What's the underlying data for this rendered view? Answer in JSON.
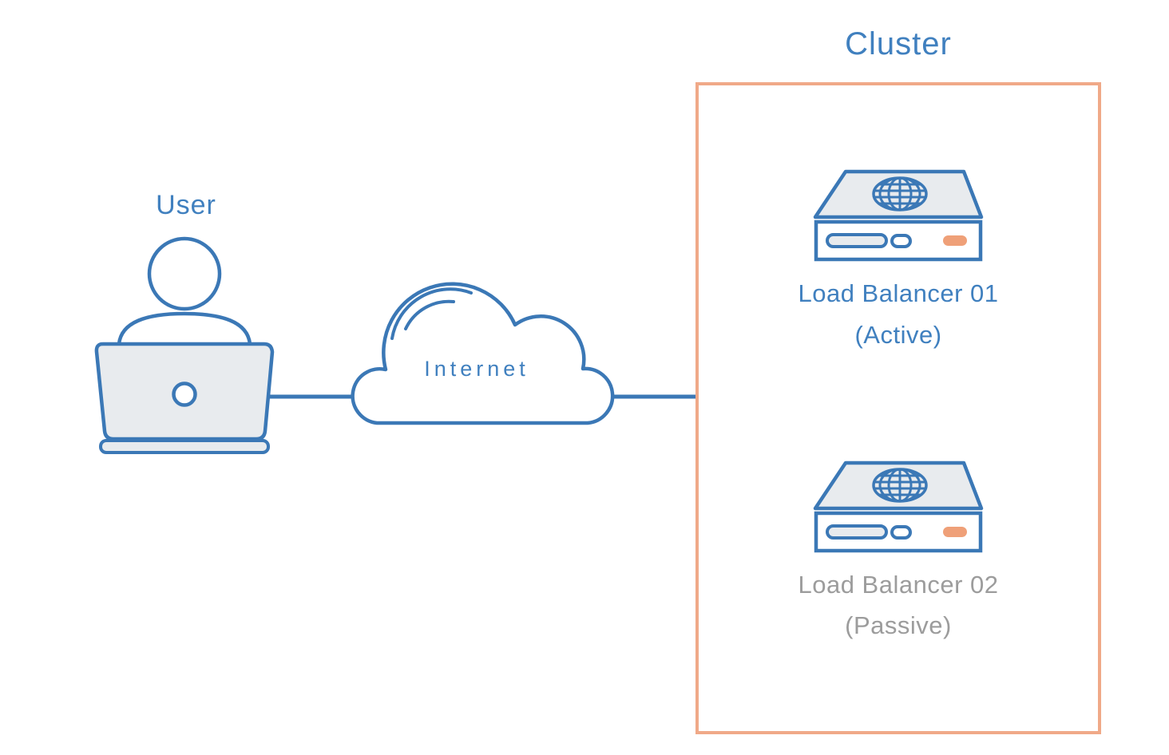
{
  "diagram": {
    "description": "Load balancer cluster network diagram",
    "nodes": {
      "user": {
        "label": "User"
      },
      "internet": {
        "label": "Internet"
      },
      "cluster": {
        "title": "Cluster"
      },
      "lb1": {
        "name": "Load Balancer 01",
        "state": "(Active)"
      },
      "lb2": {
        "name": "Load Balancer 02",
        "state": "(Passive)"
      }
    },
    "connections": [
      {
        "from": "user",
        "to": "internet"
      },
      {
        "from": "internet",
        "to": "cluster"
      }
    ],
    "colors": {
      "line_blue": "#3b78b6",
      "text_blue": "#4080bf",
      "text_gray": "#9c9c9c",
      "fill_gray": "#e8ebee",
      "cluster_border_orange": "#f0a988",
      "led_orange": "#efa078",
      "background": "#ffffff"
    }
  }
}
